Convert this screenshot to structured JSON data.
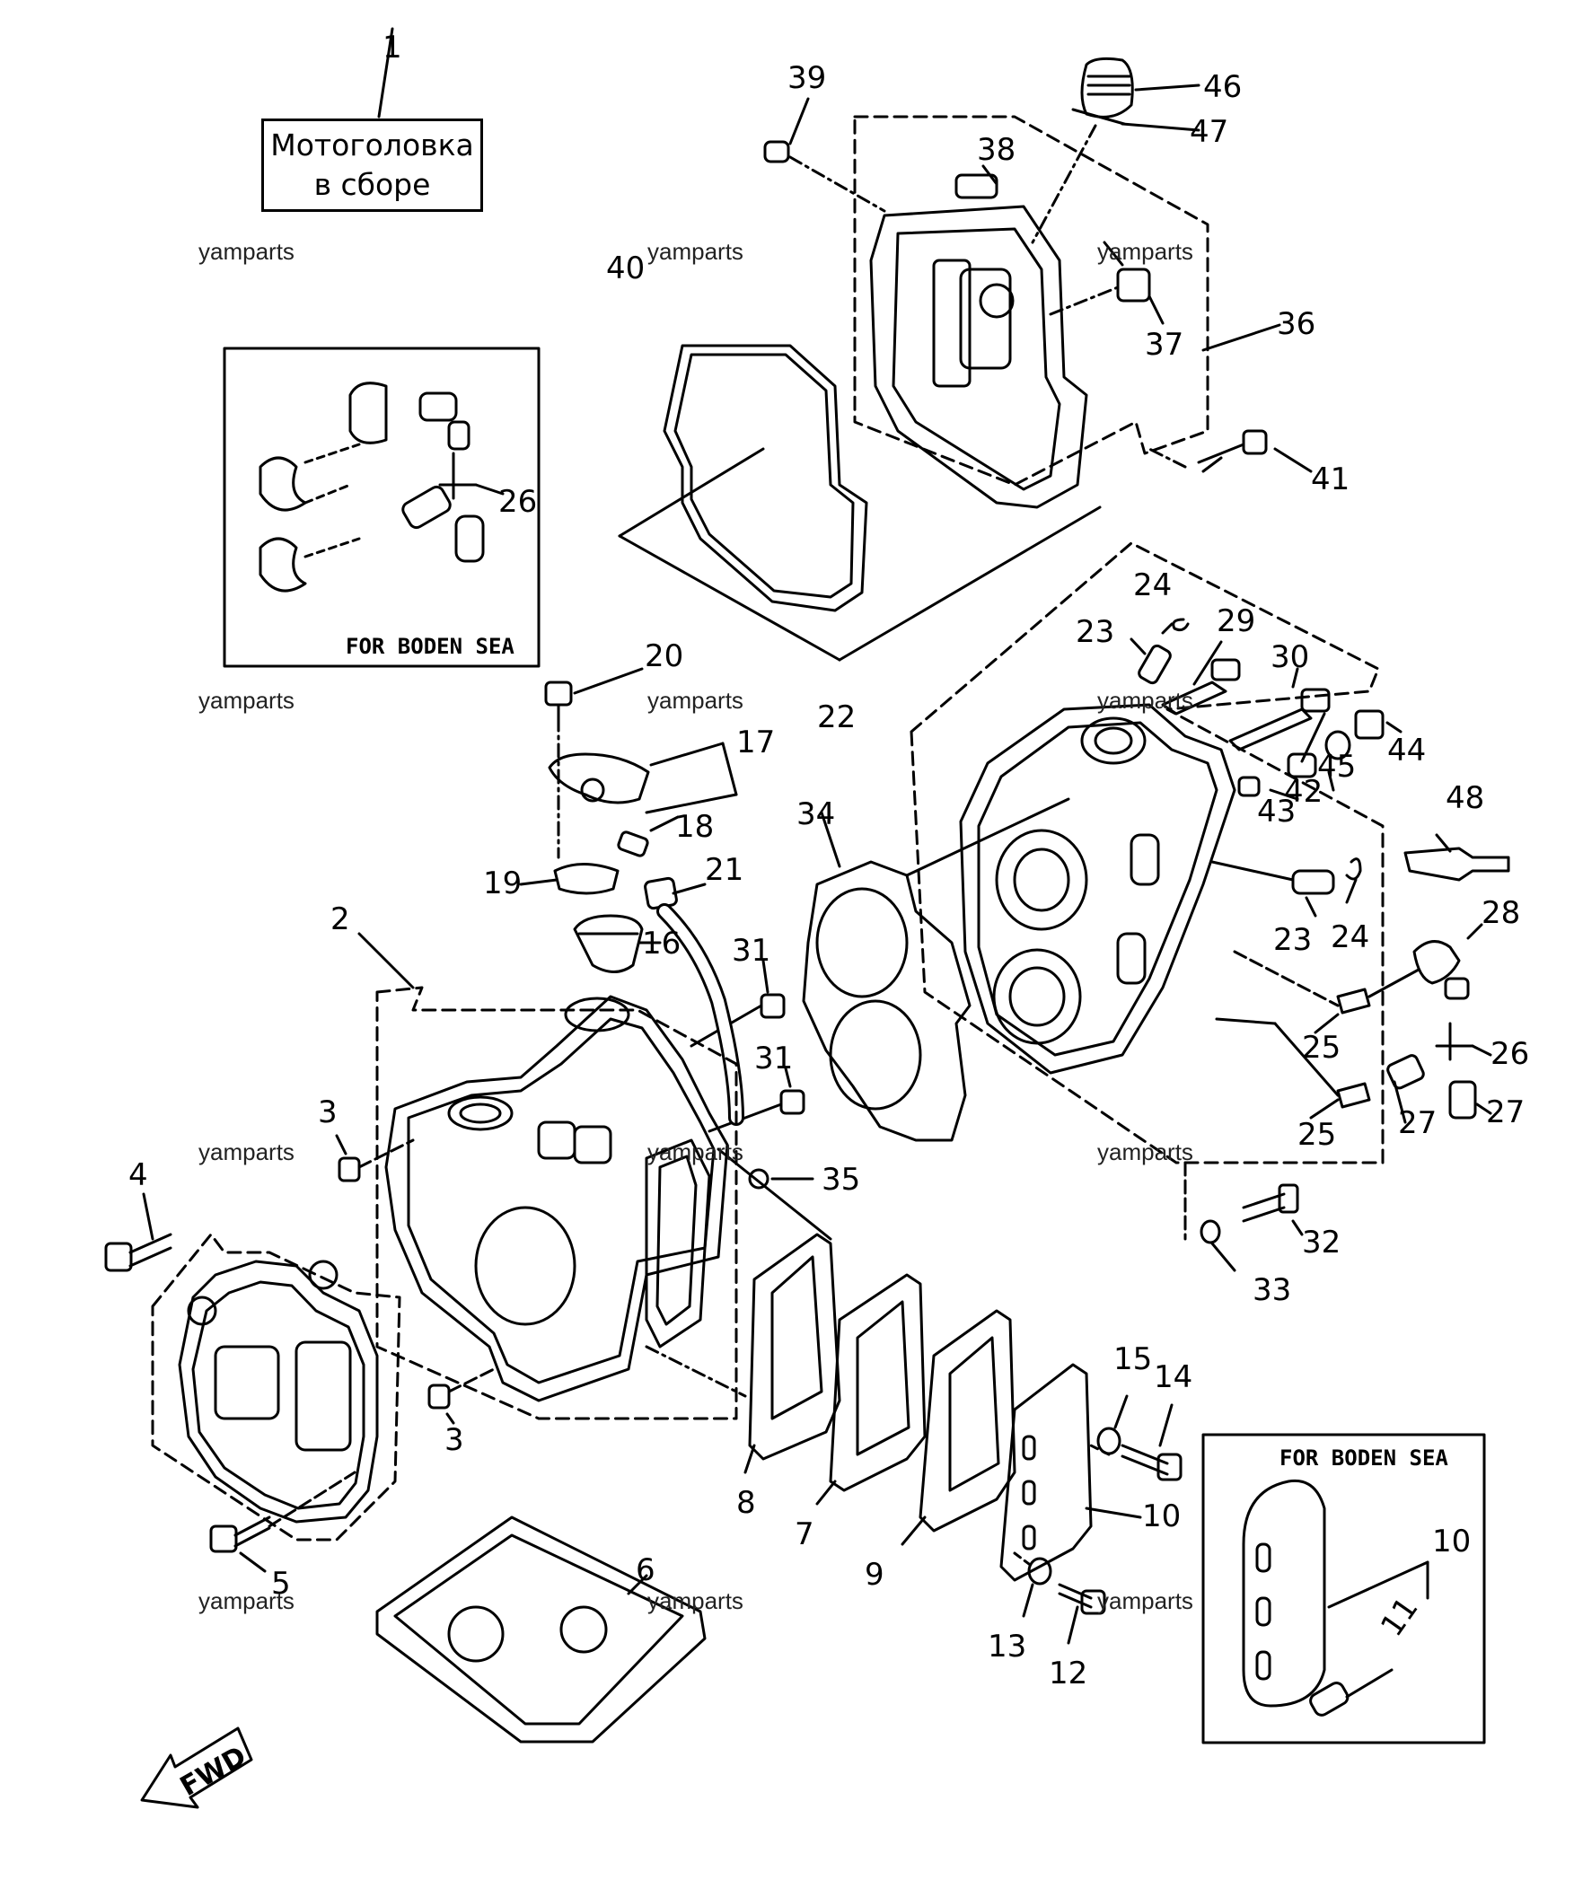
{
  "title": {
    "line1": "Мотоголовка",
    "line2": "в сборе"
  },
  "watermark": "yamparts",
  "fwd_label": "FWD",
  "insets": {
    "left_label": "FOR BODEN SEA",
    "right_label": "FOR BODEN SEA"
  },
  "callouts": {
    "c1": "1",
    "c2": "2",
    "c3a": "3",
    "c3b": "3",
    "c4": "4",
    "c5": "5",
    "c6": "6",
    "c7": "7",
    "c8": "8",
    "c9": "9",
    "c10a": "10",
    "c10b": "10",
    "c11": "11",
    "c12": "12",
    "c13": "13",
    "c14": "14",
    "c15": "15",
    "c16": "16",
    "c17": "17",
    "c18": "18",
    "c19": "19",
    "c20": "20",
    "c21": "21",
    "c22": "22",
    "c23a": "23",
    "c23b": "23",
    "c24a": "24",
    "c24b": "24",
    "c25a": "25",
    "c25b": "25",
    "c26a": "26",
    "c26b": "26",
    "c27a": "27",
    "c27b": "27",
    "c28": "28",
    "c29": "29",
    "c30": "30",
    "c31a": "31",
    "c31b": "31",
    "c32": "32",
    "c33": "33",
    "c34": "34",
    "c35": "35",
    "c36": "36",
    "c37": "37",
    "c38": "38",
    "c39": "39",
    "c40": "40",
    "c41": "41",
    "c42": "42",
    "c43": "43",
    "c44": "44",
    "c45": "45",
    "c46": "46",
    "c47": "47",
    "c48": "48"
  }
}
